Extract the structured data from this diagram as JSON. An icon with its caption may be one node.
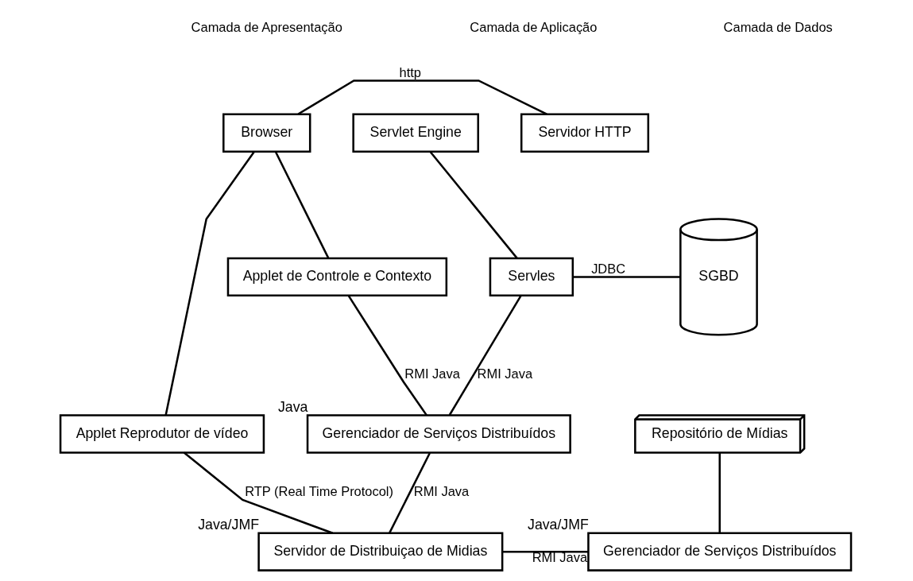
{
  "diagram": {
    "nodes": [
      {
        "text": [
          "Browser"
        ]
      },
      {
        "text": [
          "Servidor HTTP"
        ]
      },
      {
        "text": [
          "Servlet Engine"
        ]
      },
      {
        "text": [
          "SGBD"
        ]
      },
      {
        "text": [
          "Applet de Controle e Contexto"
        ]
      },
      {
        "text": [
          "Servles"
        ]
      },
      {
        "text": [
          "Applet Reprodutor de vídeo"
        ]
      },
      {
        "text": [
          "Gerenciador de Serviços Distribuídos"
        ],
        "beside": [
          "Java"
        ]
      },
      {
        "text": [
          "Repositório de Mídias"
        ]
      },
      {
        "text": [
          "Servidor de Distribuiçao de Midias"
        ],
        "beside": [
          "Java/JMF"
        ]
      },
      {
        "text": [
          "Gerenciador de Serviços Distribuídos"
        ],
        "beside": [
          "Java/JMF"
        ]
      }
    ],
    "edges": [
      {
        "from": 0,
        "to": 1,
        "arrow": "none",
        "label": "http"
      },
      {
        "from": 0,
        "to": 4,
        "arrow": "none"
      },
      {
        "from": 2,
        "to": 5,
        "arrow": "none"
      },
      {
        "from": 5,
        "to": 3,
        "arrow": "none",
        "label": "JDBC"
      },
      {
        "from": 0,
        "to": 6,
        "arrow": "none"
      },
      {
        "from": 5,
        "to": 7,
        "arrow": "none",
        "label": "RMI Java"
      },
      {
        "from": 4,
        "to": 7,
        "arrow": "none",
        "label": "RMI Java"
      },
      {
        "from": 7,
        "to": 9,
        "arrow": "none",
        "label": "RMI Java"
      },
      {
        "from": 8,
        "to": 10,
        "arrow": "none"
      },
      {
        "from": 6,
        "to": 9,
        "arrow": "none",
        "label": "RTP (Real Time Protocol)"
      },
      {
        "from": 9,
        "to": 10,
        "arrow": "none",
        "label": "RMI Java"
      }
    ],
    "labels": [
      "Camada de Apresentação",
      "Camada de Aplicação",
      "Camada de Dados"
    ]
  }
}
